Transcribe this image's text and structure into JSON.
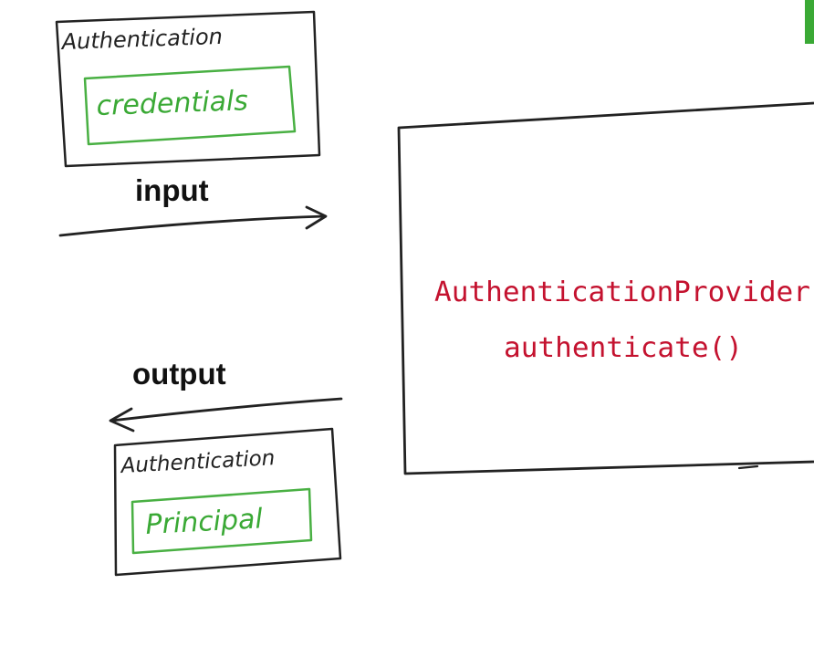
{
  "colors": {
    "stroke": "#222222",
    "green": "#3aa935",
    "green_box": "#49b043",
    "code_red": "#c4122f"
  },
  "input_object": {
    "outer_label": "Authentication",
    "inner_label": "credentials"
  },
  "input_arrow": {
    "label": "input"
  },
  "provider": {
    "class_name": "AuthenticationProvider",
    "method": "authenticate()"
  },
  "output_arrow": {
    "label": "output"
  },
  "output_object": {
    "outer_label": "Authentication",
    "inner_label": "Principal"
  }
}
